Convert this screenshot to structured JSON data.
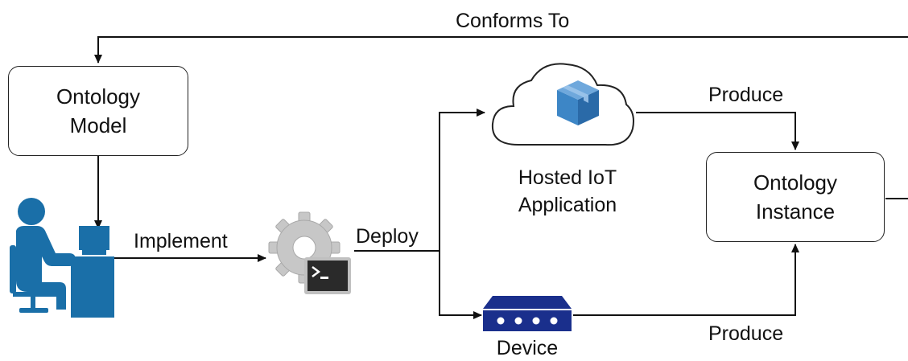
{
  "diagram": {
    "nodes": {
      "ontology_model": {
        "line1": "Ontology",
        "line2": "Model"
      },
      "ontology_instance": {
        "line1": "Ontology",
        "line2": "Instance"
      },
      "hosted_app": {
        "line1": "Hosted IoT",
        "line2": "Application"
      },
      "device": {
        "label": "Device"
      }
    },
    "edges": {
      "conforms_to": "Conforms To",
      "implement": "Implement",
      "deploy": "Deploy",
      "produce_app": "Produce",
      "produce_device": "Produce"
    },
    "icons": {
      "developer": "developer-at-desk-icon",
      "deploy_tool": "gear-terminal-icon",
      "cloud": "cloud-icon",
      "package": "package-box-icon",
      "device": "network-device-icon"
    },
    "colors": {
      "developer_blue": "#1a6fa8",
      "device_navy": "#1a2f8c",
      "package_blue": "#3d86c6",
      "gear_gray": "#c7c7c7",
      "line": "#111111"
    }
  }
}
